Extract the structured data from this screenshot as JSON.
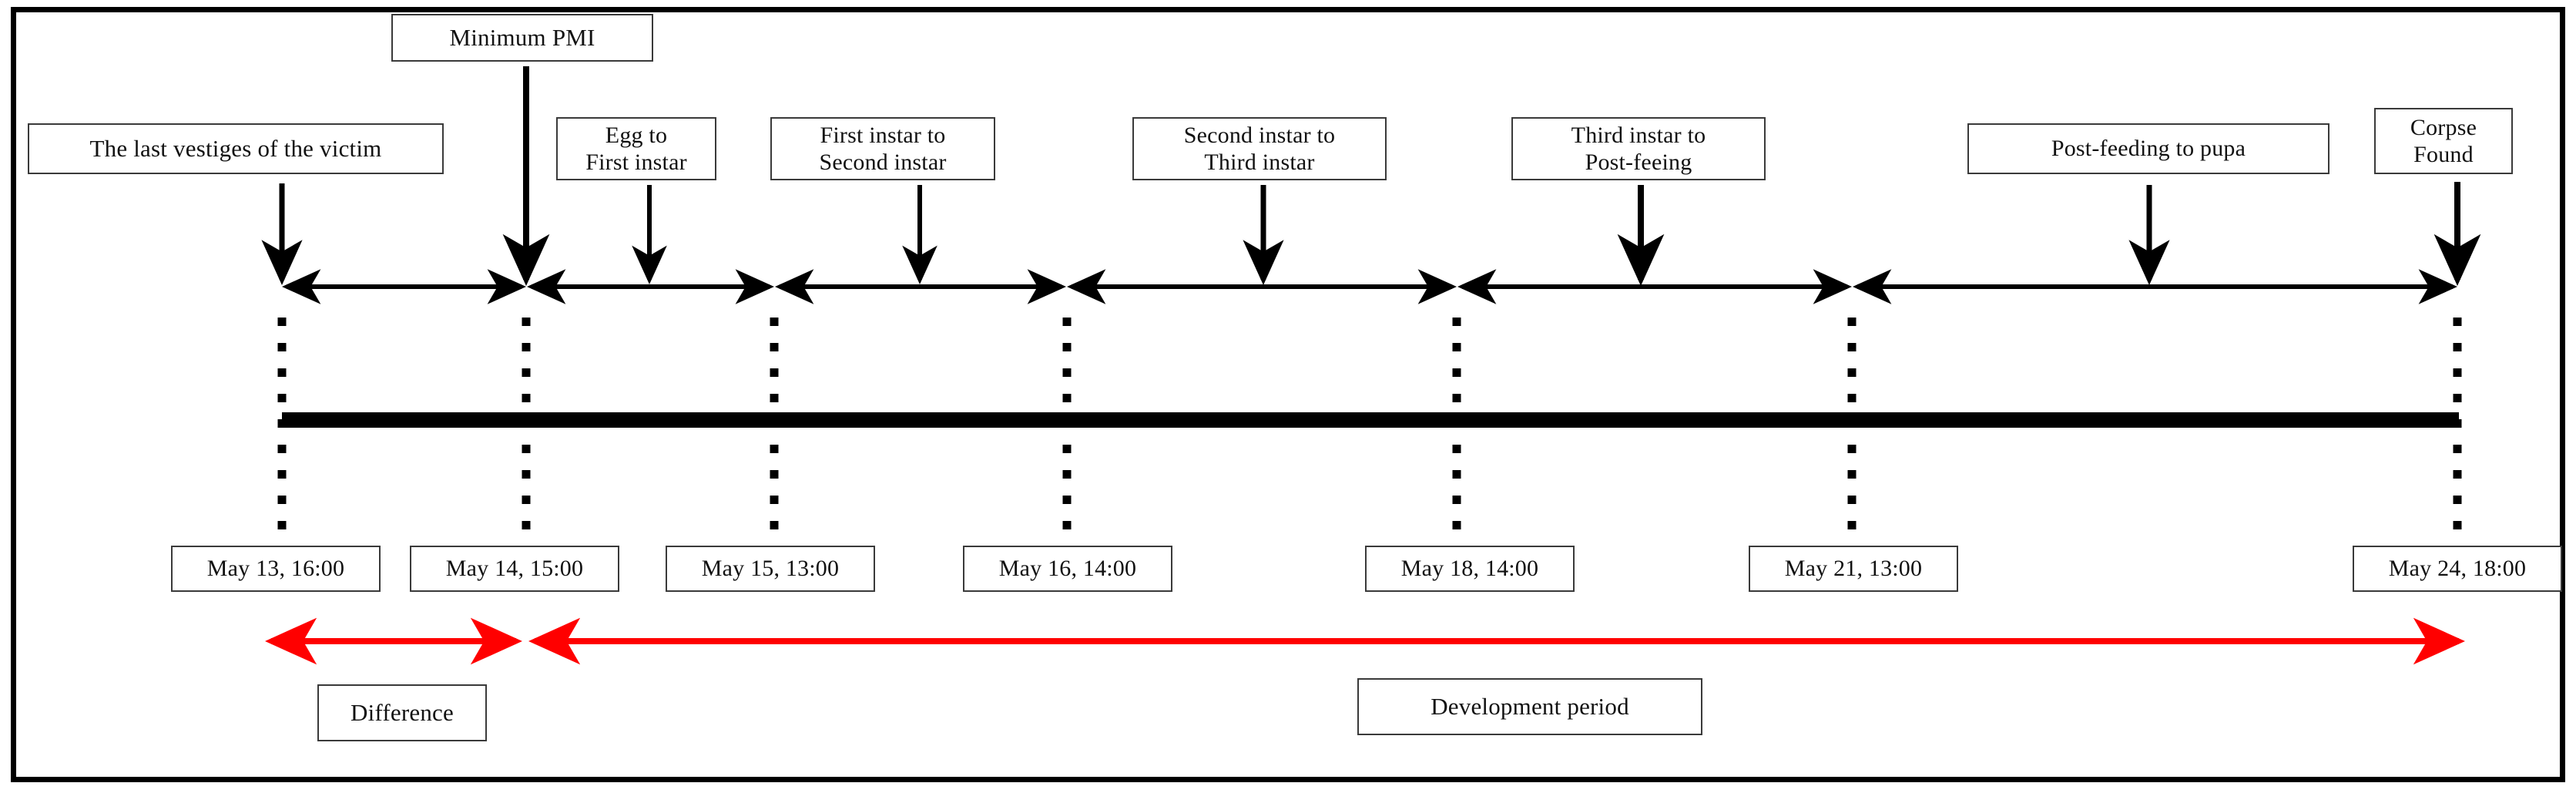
{
  "figure": {
    "title_boxes": {
      "minimum_pmi": "Minimum PMI",
      "last_vestiges": "The last vestiges of the victim",
      "corpse_found": "Corpse\nFound"
    },
    "stages": [
      {
        "id": "egg-to-first-instar",
        "label": "Egg to\nFirst instar"
      },
      {
        "id": "first-to-second-instar",
        "label": "First instar to\nSecond instar"
      },
      {
        "id": "second-to-third-instar",
        "label": "Second instar to\nThird instar"
      },
      {
        "id": "third-instar-to-postfeeding",
        "label": "Third instar to\nPost-feeing"
      },
      {
        "id": "post-feeding-to-pupa",
        "label": "Post-feeding to pupa"
      }
    ],
    "timepoints": [
      {
        "id": "t1",
        "label": "May 13, 16:00"
      },
      {
        "id": "t2",
        "label": "May 14, 15:00"
      },
      {
        "id": "t3",
        "label": "May 15, 13:00"
      },
      {
        "id": "t4",
        "label": "May 16, 14:00"
      },
      {
        "id": "t5",
        "label": "May 18, 14:00"
      },
      {
        "id": "t6",
        "label": "May 21, 13:00"
      },
      {
        "id": "t7",
        "label": "May 24, 18:00"
      }
    ],
    "period_boxes": [
      {
        "id": "difference",
        "label": "Difference"
      },
      {
        "id": "development-period",
        "label": "Development period"
      }
    ],
    "colors": {
      "ink": "#000000",
      "box_border": "#3a3a3a",
      "period_arrow": "#ff0000",
      "background": "#ffffff"
    }
  }
}
